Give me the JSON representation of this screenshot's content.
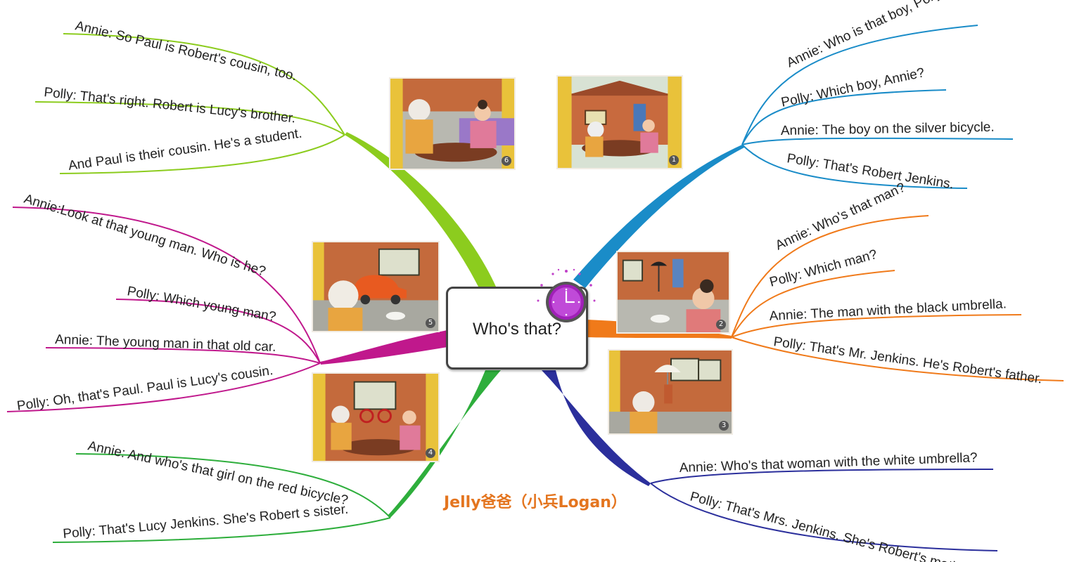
{
  "center": {
    "title": "Who's that?",
    "icon": "clock-icon",
    "icon_color": "#a020b8"
  },
  "author": "Jelly爸爸（小兵Logan）",
  "branches": [
    {
      "id": "blue",
      "color": "#1a8cc8",
      "picture_number": "1",
      "lines": [
        "Annie: Who is that boy, Polly?",
        "Polly: Which boy, Annie?",
        "Annie: The boy on the silver bicycle.",
        "Polly: That's Robert Jenkins."
      ]
    },
    {
      "id": "orange",
      "color": "#f07a1a",
      "picture_number": "2",
      "lines": [
        "Annie: Who's that man?",
        "Polly: Which man?",
        "Annie: The man with the black umbrella.",
        "Polly: That's Mr. Jenkins. He's Robert's father."
      ]
    },
    {
      "id": "navy",
      "color": "#2b2f9c",
      "picture_number": "3",
      "lines": [
        "Annie: Who's that woman with the white umbrella?",
        "Polly: That's Mrs. Jenkins. She's Robert's mother."
      ]
    },
    {
      "id": "green",
      "color": "#2eae3c",
      "picture_number": "4",
      "lines": [
        "Annie: And who's that girl on the red bicycle?",
        "Polly: That's Lucy Jenkins. She's Robert s sister."
      ]
    },
    {
      "id": "magenta",
      "color": "#c0188c",
      "picture_number": "5",
      "lines": [
        "Annie:Look at that young man. Who is he?",
        "Polly: Which young man?",
        "Annie: The young man in that old car.",
        "Polly: Oh, that's Paul. Paul is Lucy's cousin."
      ]
    },
    {
      "id": "lime",
      "color": "#8ccc1e",
      "picture_number": "6",
      "lines": [
        "Annie: So Paul is Robert's cousin, too.",
        "Polly: That's right. Robert is Lucy's brother.",
        "And Paul is their cousin. He's a student."
      ]
    }
  ]
}
